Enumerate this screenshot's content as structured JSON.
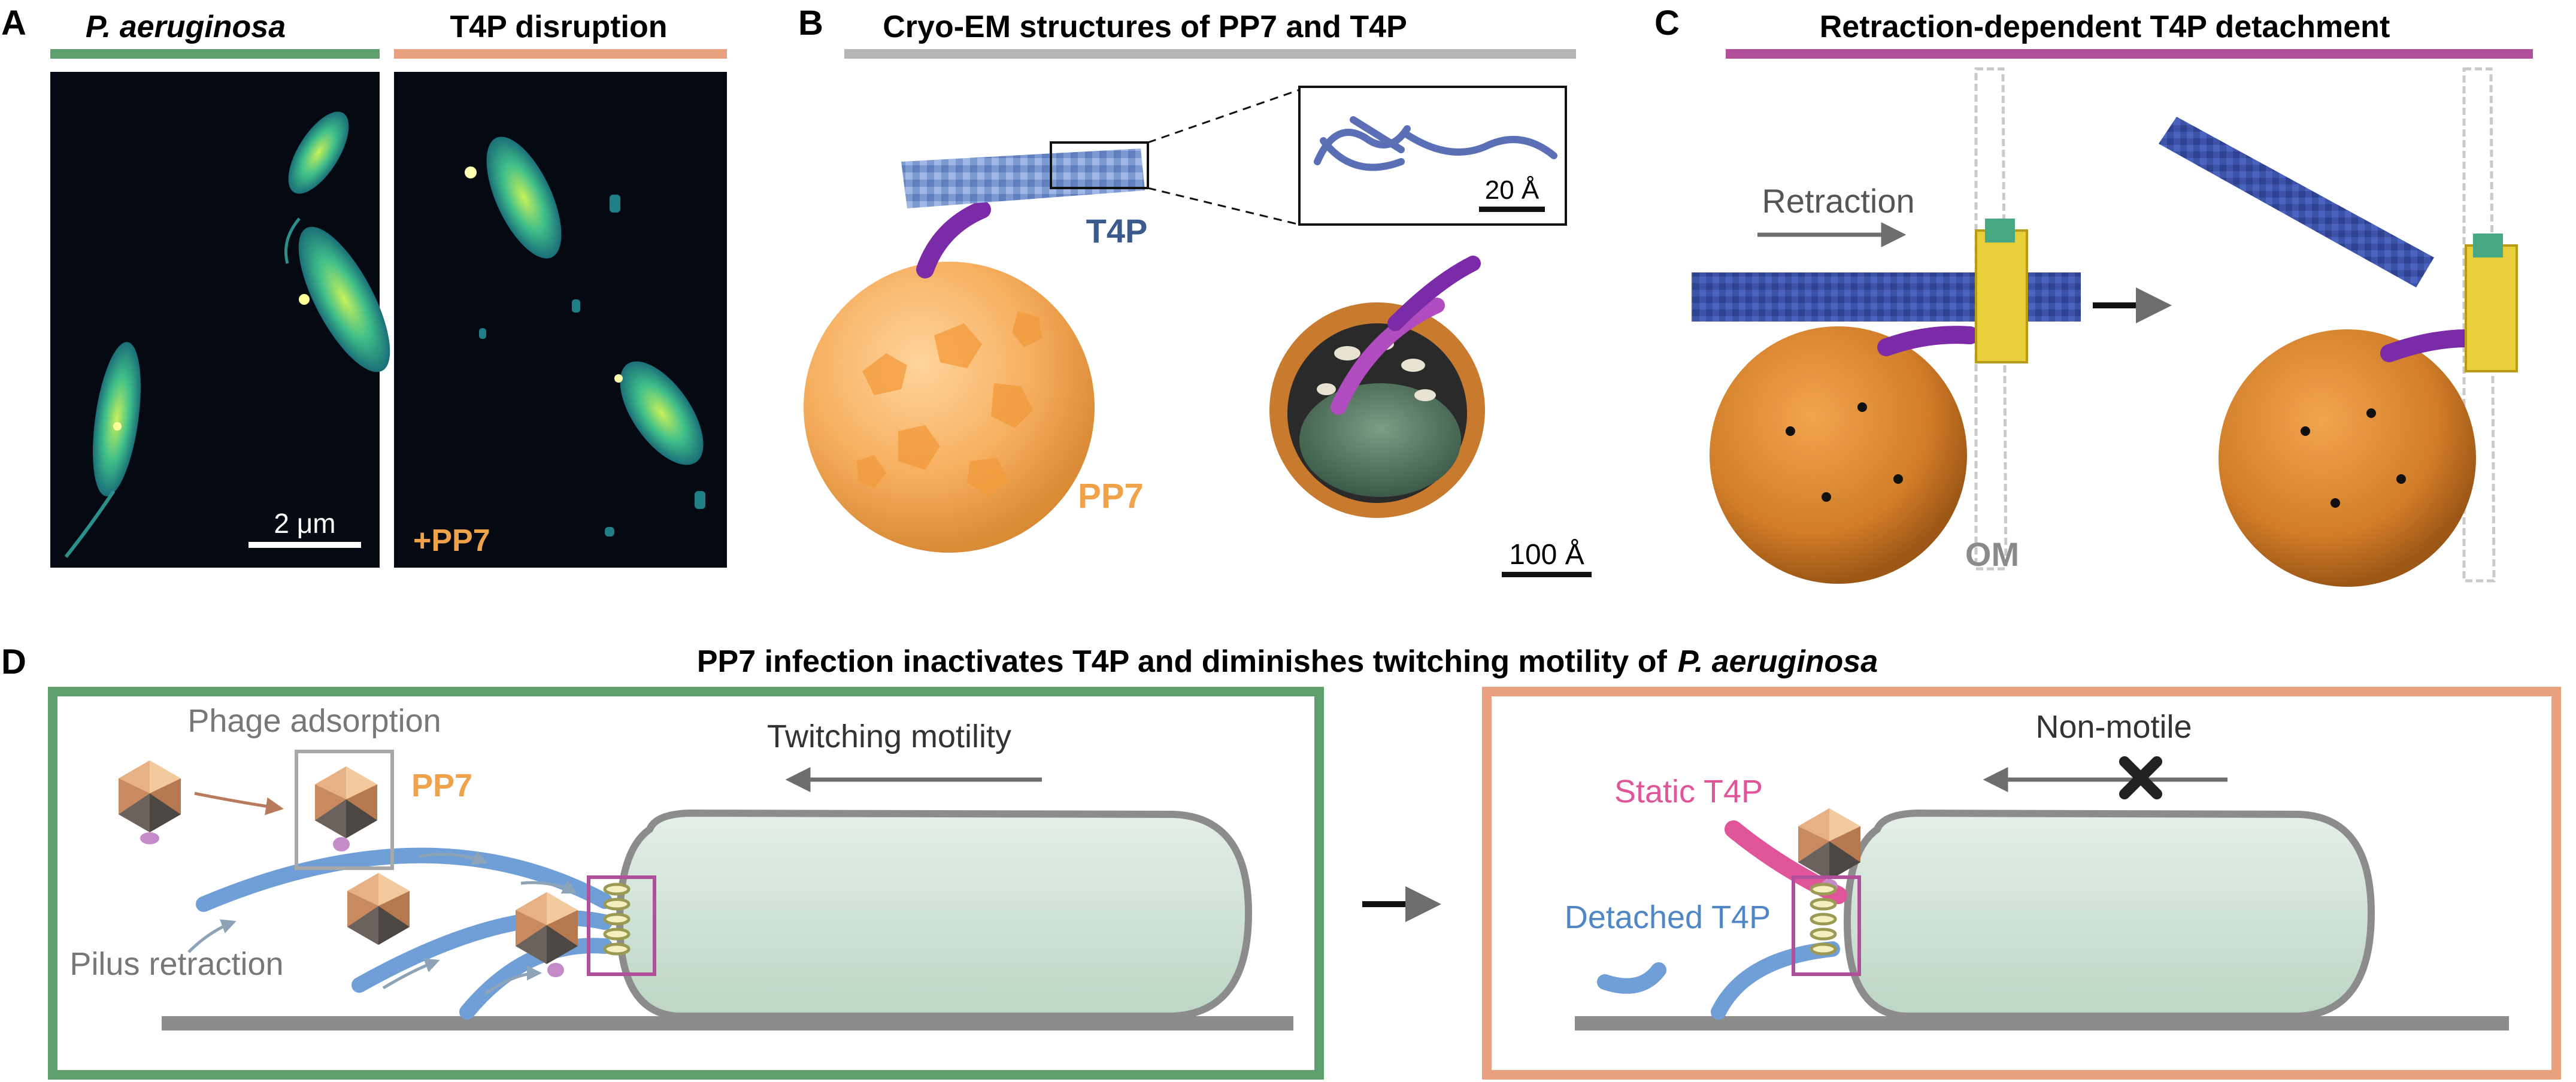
{
  "colors": {
    "green": "#5f9f6e",
    "salmon": "#e9a07e",
    "gray": "#b5b5b5",
    "magenta": "#b04f9a",
    "pp7_orange": "#f0a24b",
    "t4p_blue": "#3b5a8c",
    "pilus_blue": "#6f9fd6",
    "static_pink": "#e0559a",
    "cell_fill": "#cfe3d6",
    "cell_stroke": "#8c8c8c"
  },
  "panel_a": {
    "letter": "A",
    "label_left": "P. aeruginosa",
    "label_right": "T4P disruption",
    "scalebar": "2 μm",
    "treatment": "+PP7"
  },
  "panel_b": {
    "letter": "B",
    "title": "Cryo-EM structures of PP7 and T4P",
    "t4p_label": "T4P",
    "pp7_label": "PP7",
    "inset_scale": "20 Å",
    "scale": "100 Å"
  },
  "panel_c": {
    "letter": "C",
    "title": "Retraction-dependent T4P detachment",
    "retraction_label": "Retraction",
    "om_label": "OM"
  },
  "panel_d": {
    "letter": "D",
    "title_prefix": "PP7 infection inactivates T4P and diminishes twitching motility of",
    "title_species": "P. aeruginosa",
    "phage_adsorption": "Phage adsorption",
    "pp7_label": "PP7",
    "twitching": "Twitching motility",
    "pilus_retraction": "Pilus retraction",
    "non_motile": "Non-motile",
    "static_t4p": "Static T4P",
    "detached_t4p": "Detached T4P"
  }
}
